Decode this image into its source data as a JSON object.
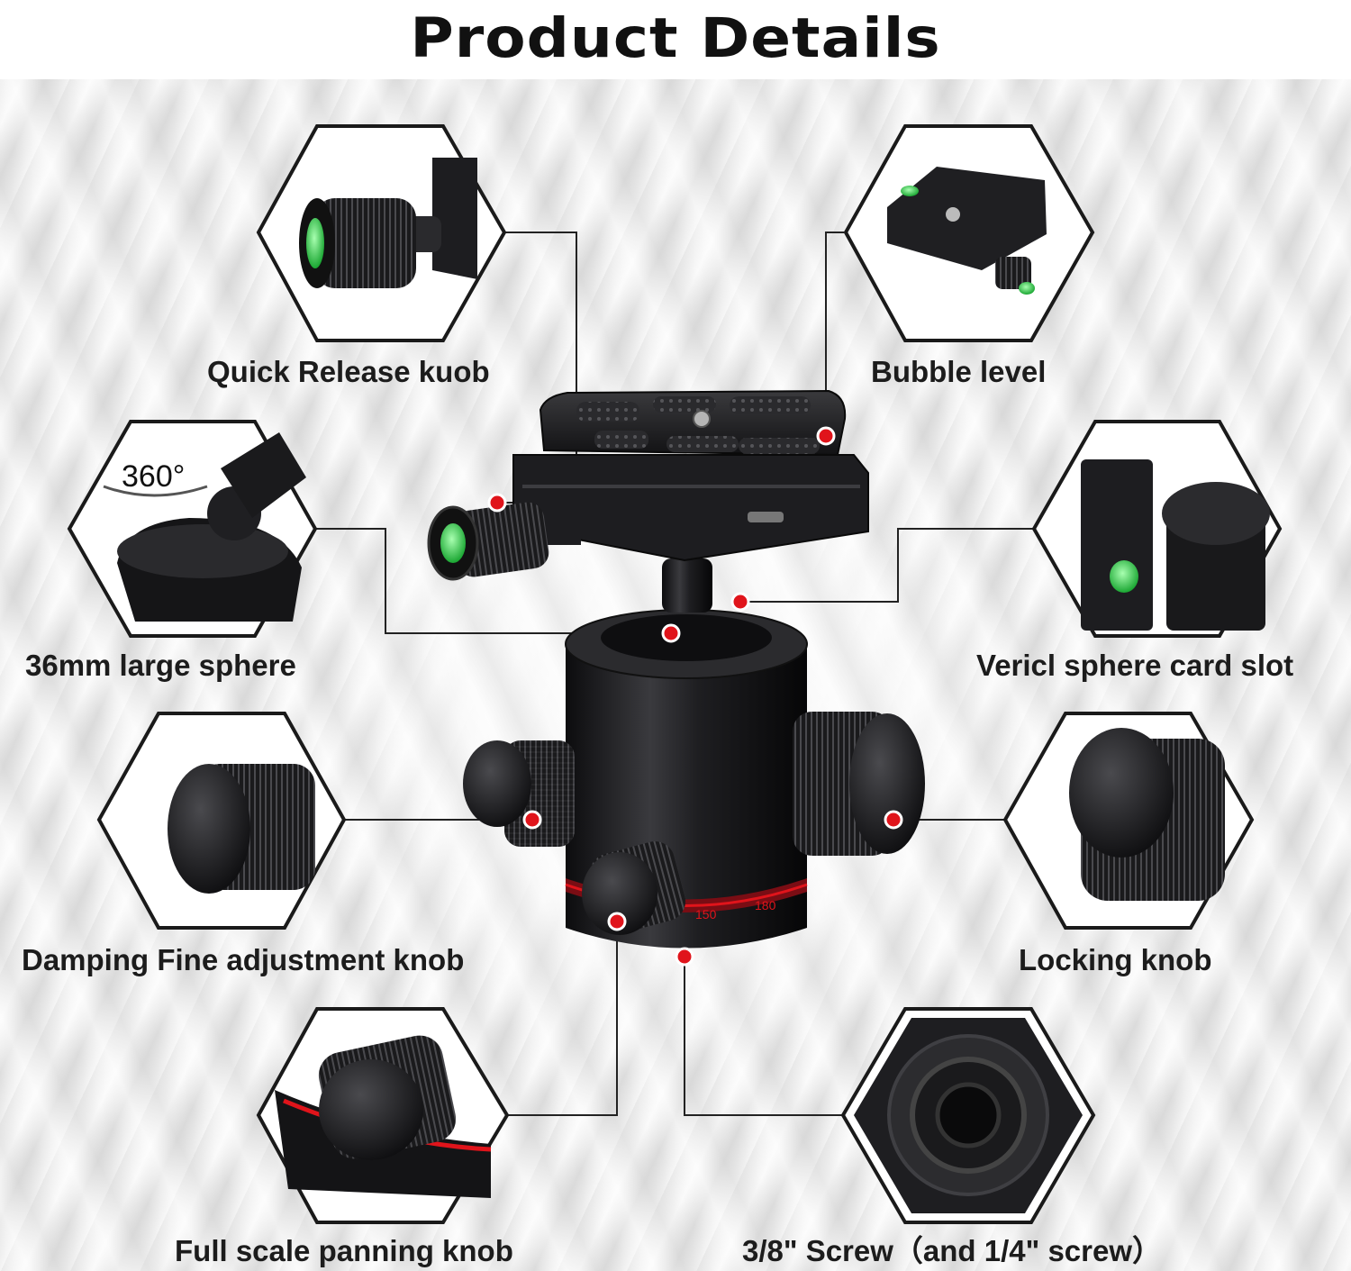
{
  "header": {
    "title": "Product Details"
  },
  "callouts": {
    "quick_release": "Quick Release kuob",
    "bubble_level": "Bubble level",
    "sphere": "36mm large sphere",
    "card_slot": "Vericl sphere card slot",
    "damping": "Damping Fine adjustment knob",
    "locking": "Locking knob",
    "panning": "Full scale panning knob",
    "screw": "3/8\" Screw（and 1/4\" screw）"
  },
  "insets": {
    "rotation_badge": "360°"
  },
  "scale_marks": [
    "150",
    "180"
  ],
  "colors": {
    "marker": "#e0141b",
    "hex_border": "#1a1a1a",
    "bubble_green": "#27c93f",
    "body_black": "#1b1b1d"
  }
}
